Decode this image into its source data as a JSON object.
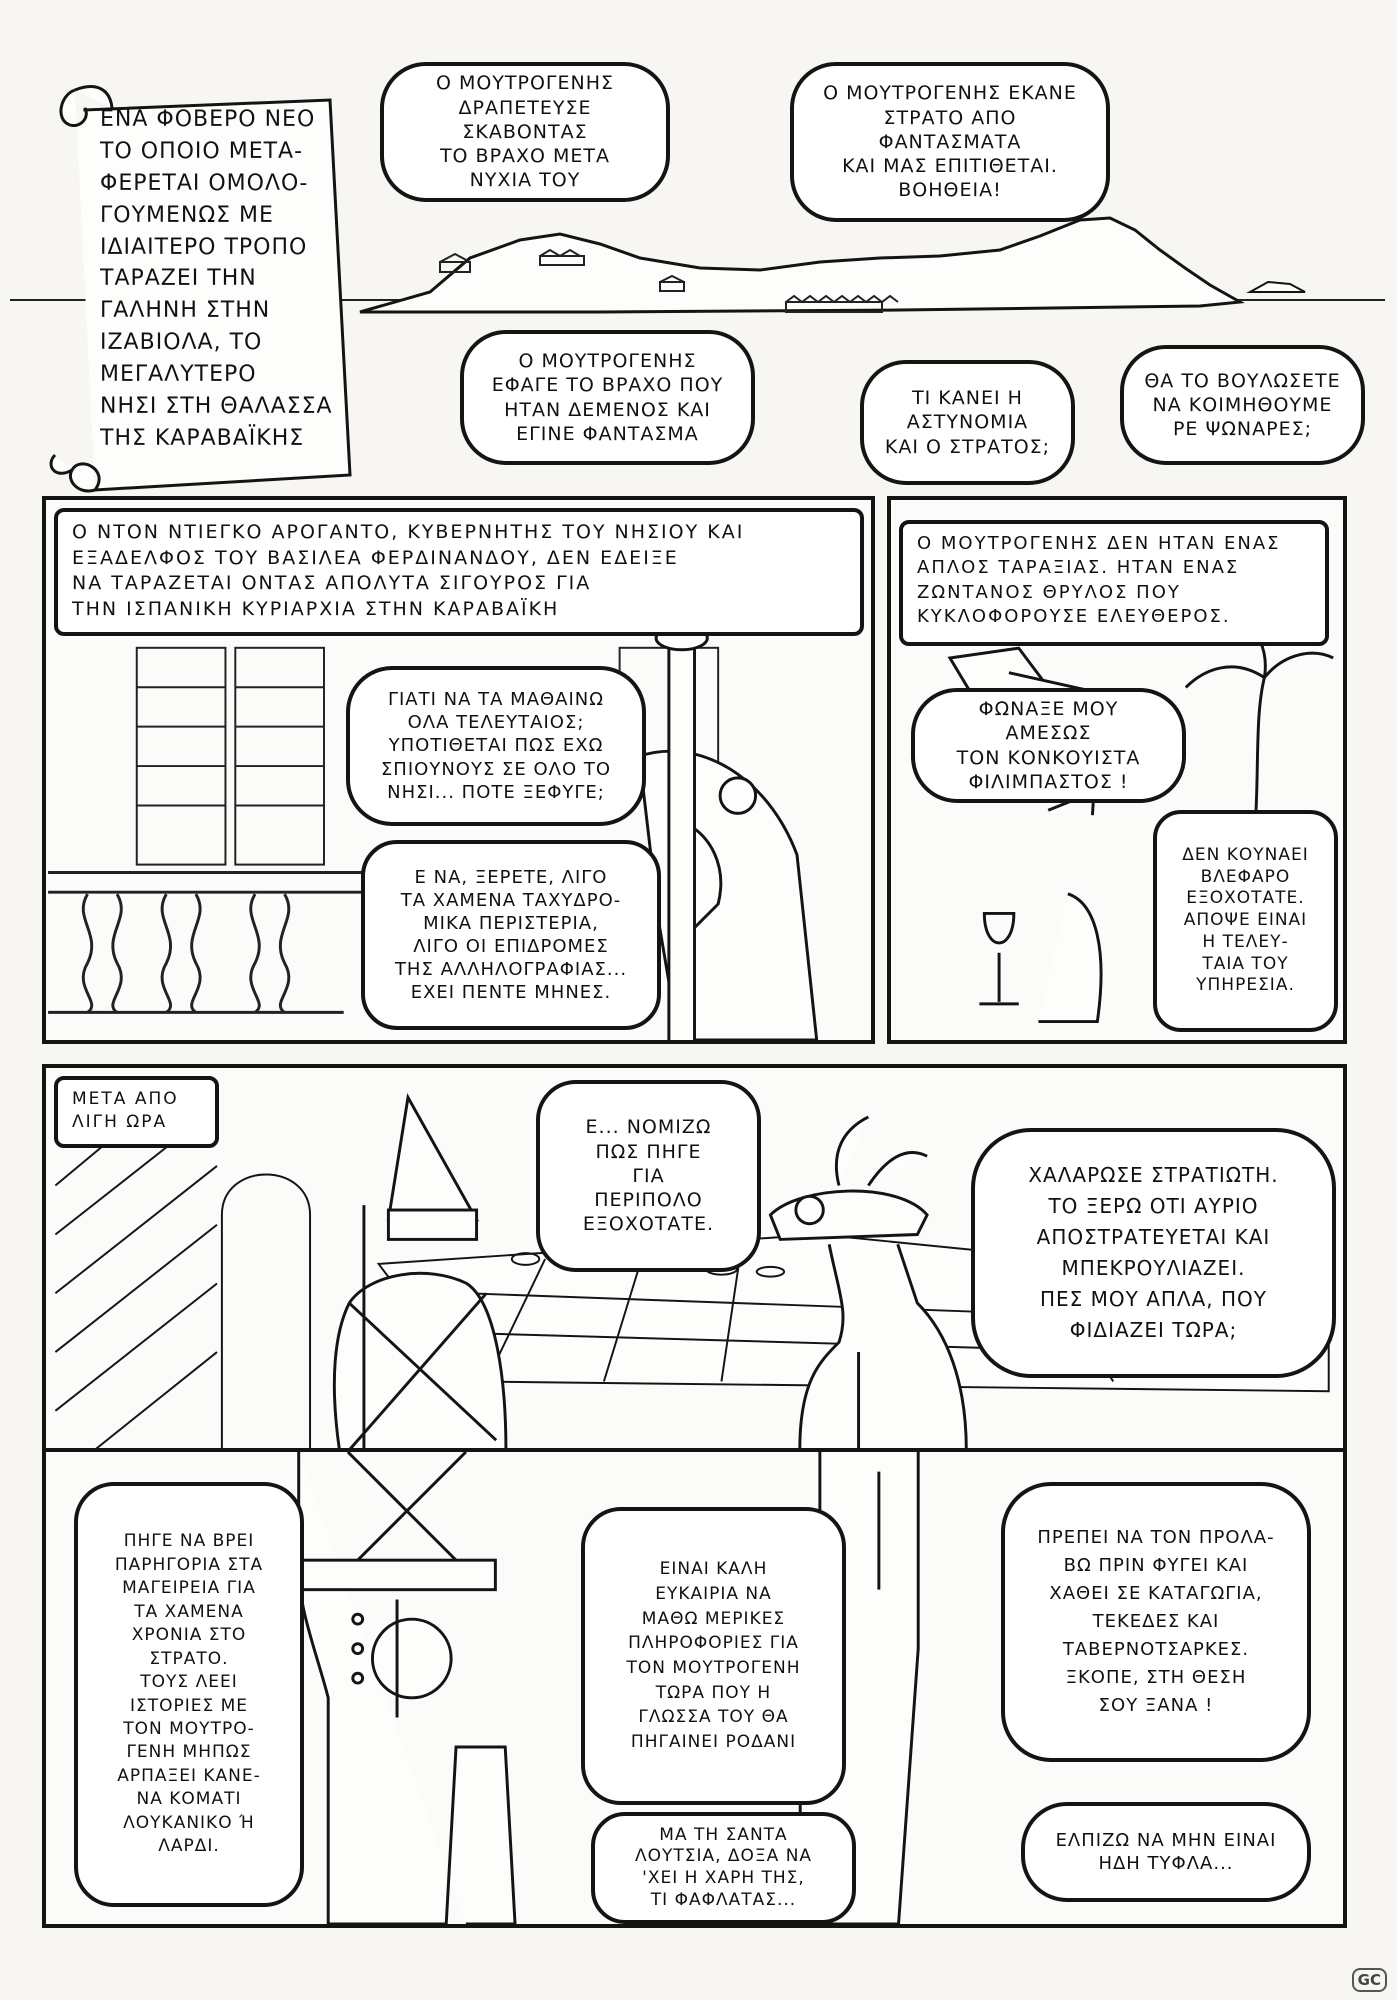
{
  "top": {
    "scroll_text": "ΕΝΑ ΦΟΒΕΡΟ ΝΕΟ\nΤΟ ΟΠΟΙΟ ΜΕΤΑ-\nΦΕΡΕΤΑΙ ΟΜΟΛΟ-\nΓΟΥΜΕΝΩΣ ΜΕ\nΙΔΙΑΙΤΕΡΟ ΤΡΟΠΟ\nΤΑΡΑΖΕΙ ΤΗΝ\nΓΑΛΗΝΗ ΣΤΗΝ\nΙΖΑΒΙΟΛΑ, ΤΟ\nΜΕΓΑΛΥΤΕΡΟ\nΝΗΣΙ ΣΤΗ ΘΑΛΑΣΣΑ\nΤΗΣ ΚΑΡΑΒΑΪΚΗΣ",
    "bubbles": [
      "Ο ΜΟΥΤΡΟΓΕΝΗΣ\nΔΡΑΠΕΤΕΥΣΕ ΣΚΑΒΟΝΤΑΣ\nΤΟ ΒΡΑΧΟ ΜΕΤΑ\nΝΥΧΙΑ ΤΟΥ",
      "Ο ΜΟΥΤΡΟΓΕΝΗΣ ΕΚΑΝΕ\nΣΤΡΑΤΟ ΑΠΟ ΦΑΝΤΑΣΜΑΤΑ\nΚΑΙ ΜΑΣ ΕΠΙΤΙΘΕΤΑΙ.\nΒΟΗΘΕΙΑ!",
      "Ο ΜΟΥΤΡΟΓΕΝΗΣ\nΕΦΑΓΕ ΤΟ ΒΡΑΧΟ ΠΟΥ\nΗΤΑΝ ΔΕΜΕΝΟΣ ΚΑΙ\nΕΓΙΝΕ ΦΑΝΤΑΣΜΑ",
      "ΤΙ ΚΑΝΕΙ Η\nΑΣΤΥΝΟΜΙΑ\nΚΑΙ Ο ΣΤΡΑΤΟΣ;",
      "ΘΑ ΤΟ ΒΟΥΛΩΣΕΤΕ\nΝΑ ΚΟΙΜΗΘΟΥΜΕ\nΡΕ ΨΩΝΑΡΕΣ;"
    ]
  },
  "panel2": {
    "caption": "Ο ΝΤΟΝ ΝΤΙΕΓΚΟ ΑΡΟΓΑΝΤΟ, ΚΥΒΕΡΝΗΤΗΣ ΤΟΥ ΝΗΣΙΟΥ ΚΑΙ\nΕΞΑΔΕΛΦΟΣ ΤΟΥ ΒΑΣΙΛΕΑ ΦΕΡΔΙΝΑΝΔΟΥ, ΔΕΝ ΕΔΕΙΞΕ\nΝΑ ΤΑΡΑΖΕΤΑΙ ΟΝΤΑΣ ΑΠΟΛΥΤΑ ΣΙΓΟΥΡΟΣ ΓΙΑ\nΤΗΝ ΙΣΠΑΝΙΚΗ ΚΥΡΙΑΡΧΙΑ ΣΤΗΝ ΚΑΡΑΒΑΪΚΗ",
    "bubbles": [
      "ΓΙΑΤΙ ΝΑ ΤΑ ΜΑΘΑΙΝΩ\nΟΛΑ ΤΕΛΕΥΤΑΙΟΣ;\nΥΠΟΤΙΘΕΤΑΙ ΠΩΣ ΕΧΩ\nΣΠΙΟΥΝΟΥΣ ΣΕ ΟΛΟ ΤΟ\nΝΗΣΙ... ΠΟΤΕ ΞΕΦΥΓΕ;",
      "Ε ΝΑ, ΞΕΡΕΤΕ, ΛΙΓΟ\nΤΑ ΧΑΜΕΝΑ ΤΑΧΥΔΡΟ-\nΜΙΚΑ ΠΕΡΙΣΤΕΡΙΑ,\nΛΙΓΟ ΟΙ ΕΠΙΔΡΟΜΕΣ\nΤΗΣ ΑΛΛΗΛΟΓΡΑΦΙΑΣ...\nΕΧΕΙ ΠΕΝΤΕ ΜΗΝΕΣ."
    ]
  },
  "panel3": {
    "caption": "Ο ΜΟΥΤΡΟΓΕΝΗΣ ΔΕΝ ΗΤΑΝ ΕΝΑΣ\nΑΠΛΟΣ ΤΑΡΑΞΙΑΣ. ΗΤΑΝ ΕΝΑΣ\nΖΩΝΤΑΝΟΣ ΘΡΥΛΟΣ ΠΟΥ\nΚΥΚΛΟΦΟΡΟΥΣΕ ΕΛΕΥΘΕΡΟΣ.",
    "bubbles": [
      "ΦΩΝΑΞΕ ΜΟΥ ΑΜΕΣΩΣ\nΤΟΝ ΚΟΝΚΟΥΙΣΤΑ\nΦΙΛΙΜΠΑΣΤΟΣ !",
      "ΔΕΝ ΚΟΥΝΑΕΙ\nΒΛΕΦΑΡΟ\nΕΞΟΧΟΤΑΤΕ.\nΑΠΟΨΕ ΕΙΝΑΙ\nΗ ΤΕΛΕΥ-\nΤΑΙΑ ΤΟΥ\nΥΠΗΡΕΣΙΑ."
    ]
  },
  "panel4": {
    "caption": "ΜΕΤΑ ΑΠΟ\nΛΙΓΗ ΩΡΑ",
    "bubbles": [
      "Ε... ΝΟΜΙΖΩ\nΠΩΣ ΠΗΓΕ\nΓΙΑ\nΠΕΡΙΠΟΛΟ\nΕΞΟΧΟΤΑΤΕ.",
      "ΧΑΛΑΡΩΣΕ ΣΤΡΑΤΙΩΤΗ.\nΤΟ ΞΕΡΩ ΟΤΙ ΑΥΡΙΟ\nΑΠΟΣΤΡΑΤΕΥΕΤΑΙ ΚΑΙ\nΜΠΕΚΡΟΥΛΙΑΖΕΙ.\nΠΕΣ ΜΟΥ ΑΠΛΑ, ΠΟΥ\nΦΙΔΙΑΖΕΙ ΤΩΡΑ;"
    ]
  },
  "panel5": {
    "bubbles": [
      "ΠΗΓΕ ΝΑ ΒΡΕΙ\nΠΑΡΗΓΟΡΙΑ ΣΤΑ\nΜΑΓΕΙΡΕΙΑ ΓΙΑ\nΤΑ ΧΑΜΕΝΑ\nΧΡΟΝΙΑ ΣΤΟ\nΣΤΡΑΤΟ.\nΤΟΥΣ ΛΕΕΙ\nΙΣΤΟΡΙΕΣ ΜΕ\nΤΟΝ ΜΟΥΤΡΟ-\nΓΕΝΗ ΜΗΠΩΣ\nΑΡΠΑΞΕΙ ΚΑΝΕ-\nΝΑ ΚΟΜΑΤΙ\nΛΟΥΚΑΝΙΚΟ Ή\nΛΑΡΔΙ.",
      "ΕΙΝΑΙ ΚΑΛΗ\nΕΥΚΑΙΡΙΑ ΝΑ\nΜΑΘΩ ΜΕΡΙΚΕΣ\nΠΛΗΡΟΦΟΡΙΕΣ ΓΙΑ\nΤΟΝ ΜΟΥΤΡΟΓΕΝΗ\nΤΩΡΑ ΠΟΥ Η\nΓΛΩΣΣΑ ΤΟΥ ΘΑ\nΠΗΓΑΙΝΕΙ ΡΟΔΑΝΙ",
      "ΜΑ ΤΗ ΣΑΝΤΑ\nΛΟΥΤΣΙΑ, ΔΟΞΑ ΝΑ\n'ΧΕΙ Η ΧΑΡΗ ΤΗΣ,\nΤΙ ΦΑΦΛΑΤΑΣ...",
      "ΠΡΕΠΕΙ ΝΑ ΤΟΝ ΠΡΟΛΑ-\nΒΩ ΠΡΙΝ ΦΥΓΕΙ ΚΑΙ\nΧΑΘΕΙ ΣΕ ΚΑΤΑΓΩΓΙΑ,\nΤΕΚΕΔΕΣ ΚΑΙ\nΤΑΒΕΡΝΟΤΣΑΡΚΕΣ.\nΞΚΟΠΕ, ΣΤΗ ΘΕΣΗ\nΣΟΥ ΞΑΝΑ !",
      "ΕΛΠΙΖΩ ΝΑ ΜΗΝ ΕΙΝΑΙ\nΗΔΗ ΤΥΦΛΑ..."
    ]
  },
  "signature": "GC"
}
